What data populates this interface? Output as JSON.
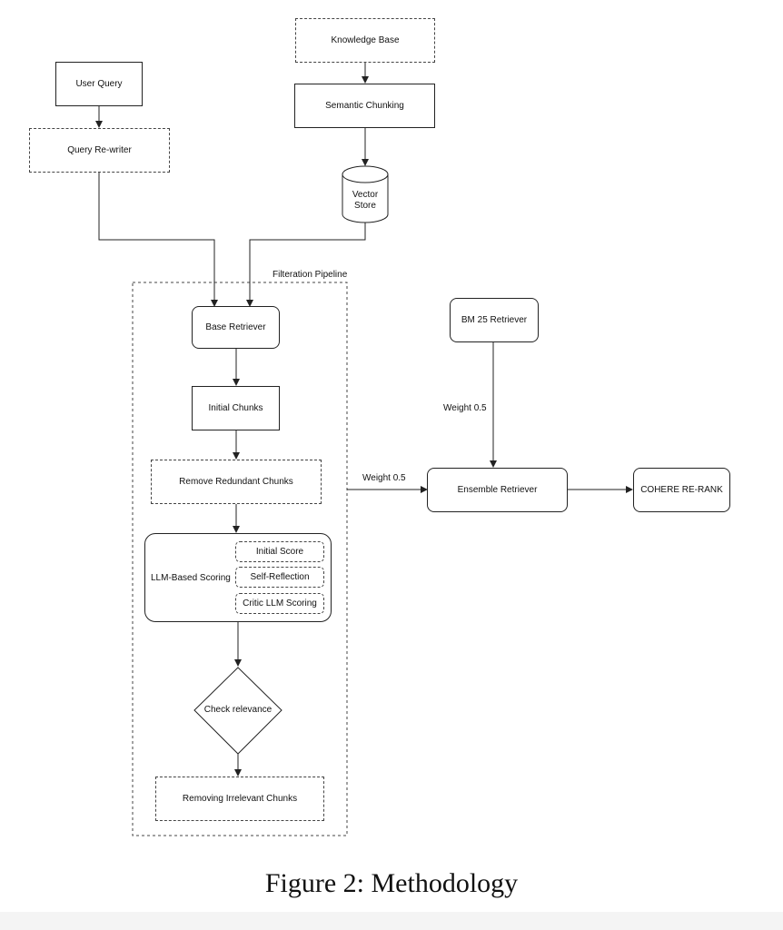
{
  "diagram": {
    "nodes": {
      "knowledge_base": "Knowledge Base",
      "user_query": "User Query",
      "semantic_chunking": "Semantic Chunking",
      "query_rewriter": "Query Re-writer",
      "vector_store": "Vector\nStore",
      "base_retriever": "Base Retriever",
      "initial_chunks": "Initial Chunks",
      "remove_redundant": "Remove Redundant Chunks",
      "llm_scoring": "LLM-Based Scoring",
      "initial_score": "Initial Score",
      "self_reflection": "Self-Reflection",
      "critic_scoring": "Critic LLM Scoring",
      "check_relevance": "Check relevance",
      "removing_irrelevant": "Removing Irrelevant Chunks",
      "bm25": "BM 25 Retriever",
      "ensemble": "Ensemble Retriever",
      "cohere": "COHERE RE-RANK"
    },
    "group_label": "Filteration Pipeline",
    "edge_labels": {
      "bm25_weight": "Weight 0.5",
      "pipeline_weight": "Weight 0.5"
    }
  },
  "caption": "Figure 2: Methodology"
}
